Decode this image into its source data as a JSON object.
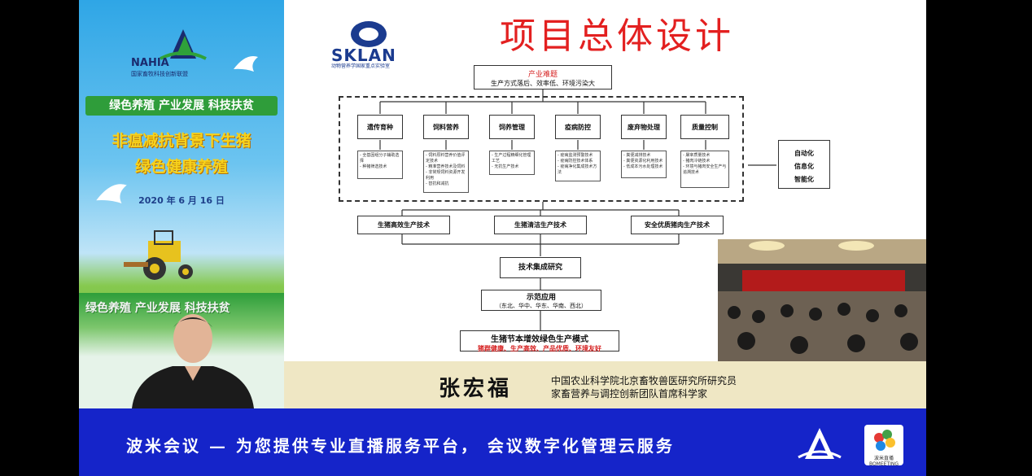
{
  "poster": {
    "org_name": "NAHIA",
    "org_subtitle": "国家畜牧科技创新联盟",
    "slogan": "绿色养殖 产业发展 科技扶贫",
    "title_line1": "非瘟减抗背景下生猪",
    "title_line2": "绿色健康养殖",
    "date": "2020 年 6 月 16 日",
    "cam_slogan": "绿色养殖 产业发展 科技扶贫"
  },
  "slide": {
    "logo_text": "SKLAN",
    "logo_sub": "动物营养学国家重点实验室",
    "title": "项目总体设计",
    "problem_title": "产业难题",
    "problem_desc": "生产方式落后、效率低、环境污染大",
    "categories": [
      "遗传育种",
      "饲料营养",
      "饲养管理",
      "疫病防控",
      "废弃物处理",
      "质量控制"
    ],
    "details": [
      "- 全基因组分子辅助选择\n- 种猪筛选技术",
      "- 饲料原料营养价值评定技术\n- 精准营养技术及饲料\n- 非常规饲料资源开发利用\n- 替抗和减抗",
      "- 生产过程精细化管理工艺\n- 无抗生产技术",
      "- 疫病监测预警技术\n- 疫病防控技术体系\n- 疫病净化集成技术方法",
      "- 粪便减排技术\n- 粪便资源化利用技术\n- 低成本污水处理技术",
      "- 屠宰质量技术\n- 猪肉冷链技术\n- 环境与猪肉安全生产与追溯技术"
    ],
    "outcomes": [
      "自动化",
      "信息化",
      "智能化"
    ],
    "techs": [
      "生猪高效生产技术",
      "生猪清洁生产技术",
      "安全优质猪肉生产技术"
    ],
    "integration": "技术集成研究",
    "demo_title": "示范应用",
    "demo_regions": "（东北、华中、华东、华南、西北）",
    "model_title": "生猪节本增效绿色生产模式",
    "model_subtitle": "猪群健康、生产高效、产品优质、环境友好"
  },
  "speaker": {
    "name": "张宏福",
    "affiliation_line1": "中国农业科学院北京畜牧兽医研究所研究员",
    "affiliation_line2": "家畜营养与调控创新团队首席科学家"
  },
  "banner": {
    "text": "波米会议 — 为您提供专业直播服务平台， 会议数字化管理云服务",
    "logo_text": "波米直播\nBOMEETING"
  }
}
